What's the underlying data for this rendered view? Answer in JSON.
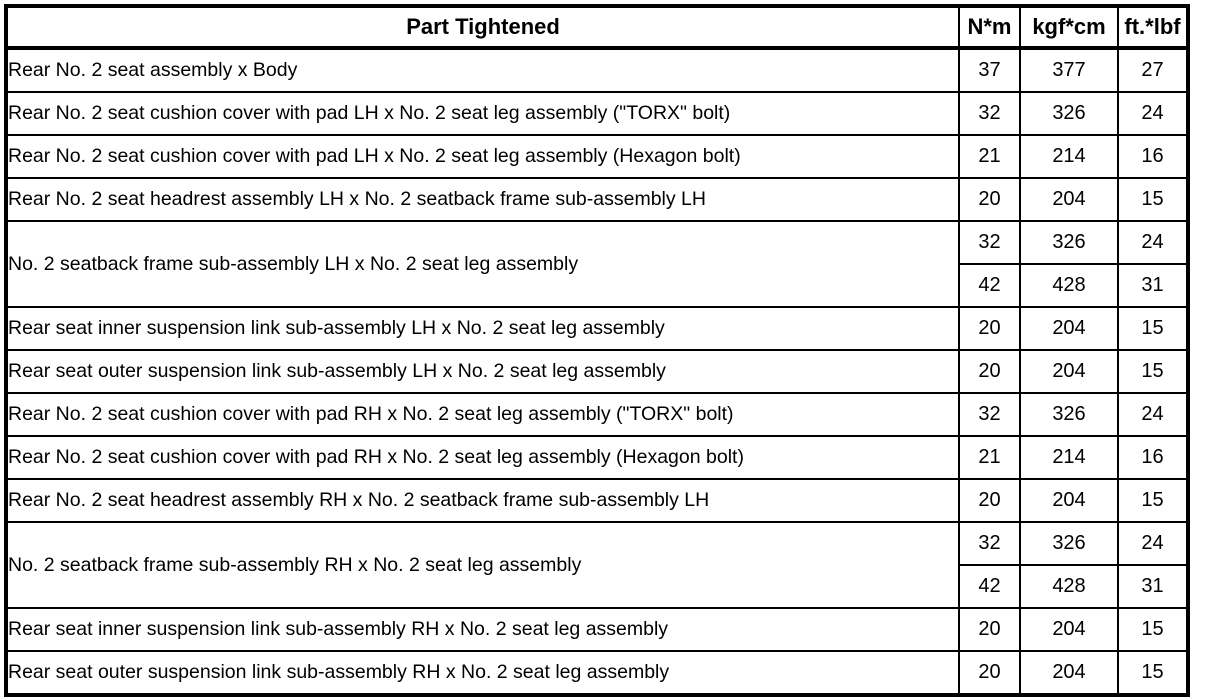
{
  "table": {
    "title": "Part Tightened",
    "columns": [
      {
        "key": "part",
        "label": "Part Tightened"
      },
      {
        "key": "nm",
        "label": "N*m"
      },
      {
        "key": "kgfcm",
        "label": "kgf*cm"
      },
      {
        "key": "ftlbf",
        "label": "ft.*lbf"
      }
    ],
    "rows": [
      {
        "part": "Rear No. 2 seat assembly x Body",
        "values": [
          {
            "nm": "37",
            "kgfcm": "377",
            "ftlbf": "27"
          }
        ]
      },
      {
        "part": "Rear No. 2 seat cushion cover with pad LH x No. 2 seat leg assembly (\"TORX\" bolt)",
        "values": [
          {
            "nm": "32",
            "kgfcm": "326",
            "ftlbf": "24"
          }
        ]
      },
      {
        "part": "Rear No. 2 seat cushion cover with pad LH x No. 2 seat leg assembly (Hexagon bolt)",
        "values": [
          {
            "nm": "21",
            "kgfcm": "214",
            "ftlbf": "16"
          }
        ]
      },
      {
        "part": "Rear No. 2 seat headrest assembly LH x No. 2 seatback frame sub-assembly LH",
        "values": [
          {
            "nm": "20",
            "kgfcm": "204",
            "ftlbf": "15"
          }
        ]
      },
      {
        "part": "No. 2 seatback frame sub-assembly LH x No. 2 seat leg assembly",
        "values": [
          {
            "nm": "32",
            "kgfcm": "326",
            "ftlbf": "24"
          },
          {
            "nm": "42",
            "kgfcm": "428",
            "ftlbf": "31"
          }
        ]
      },
      {
        "part": "Rear seat inner suspension link sub-assembly LH x No. 2 seat leg assembly",
        "values": [
          {
            "nm": "20",
            "kgfcm": "204",
            "ftlbf": "15"
          }
        ]
      },
      {
        "part": "Rear seat outer suspension link sub-assembly LH x No. 2 seat leg assembly",
        "values": [
          {
            "nm": "20",
            "kgfcm": "204",
            "ftlbf": "15"
          }
        ]
      },
      {
        "part": "Rear No. 2 seat cushion cover with pad RH x No. 2 seat leg assembly (\"TORX\" bolt)",
        "values": [
          {
            "nm": "32",
            "kgfcm": "326",
            "ftlbf": "24"
          }
        ]
      },
      {
        "part": "Rear No. 2 seat cushion cover with pad RH x No. 2 seat leg assembly (Hexagon bolt)",
        "values": [
          {
            "nm": "21",
            "kgfcm": "214",
            "ftlbf": "16"
          }
        ]
      },
      {
        "part": "Rear No. 2 seat headrest assembly RH x No. 2 seatback frame sub-assembly LH",
        "values": [
          {
            "nm": "20",
            "kgfcm": "204",
            "ftlbf": "15"
          }
        ]
      },
      {
        "part": "No. 2 seatback frame sub-assembly RH x No. 2 seat leg assembly",
        "values": [
          {
            "nm": "32",
            "kgfcm": "326",
            "ftlbf": "24"
          },
          {
            "nm": "42",
            "kgfcm": "428",
            "ftlbf": "31"
          }
        ]
      },
      {
        "part": "Rear seat inner suspension link sub-assembly RH x No. 2 seat leg assembly",
        "values": [
          {
            "nm": "20",
            "kgfcm": "204",
            "ftlbf": "15"
          }
        ]
      },
      {
        "part": "Rear seat outer suspension link sub-assembly RH x No. 2 seat leg assembly",
        "values": [
          {
            "nm": "20",
            "kgfcm": "204",
            "ftlbf": "15"
          }
        ]
      }
    ]
  },
  "colors": {
    "border": "#000000",
    "text": "#000000",
    "background": "#ffffff"
  }
}
